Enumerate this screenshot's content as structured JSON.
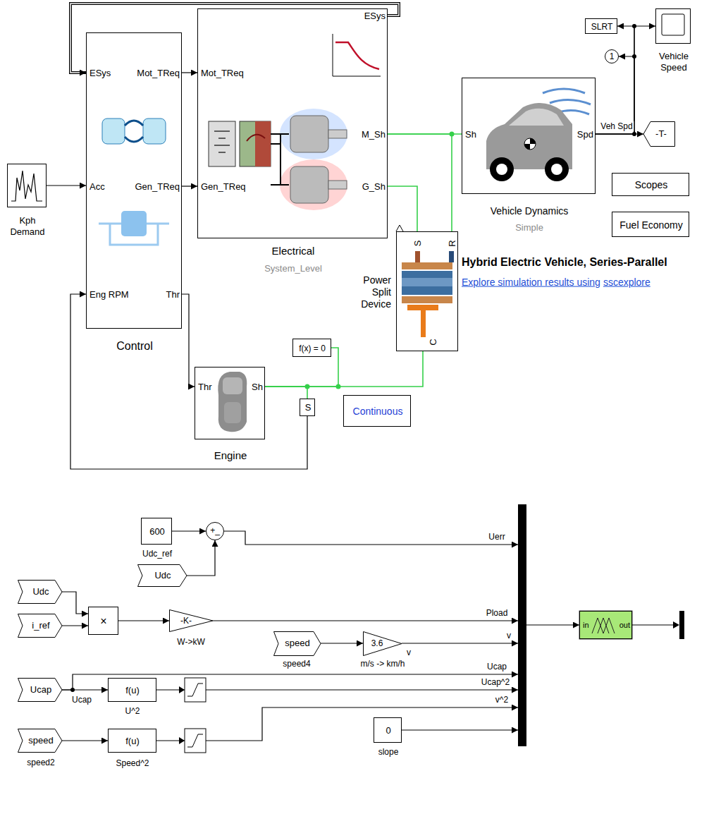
{
  "diagram": {
    "nodes": [
      {
        "text": [
          "ESys",
          "Mot_TReq",
          "Acc",
          "Gen_TReq",
          "Eng RPM",
          "Thr",
          "Control"
        ]
      },
      {
        "text": [
          "Kph Demand"
        ]
      },
      {
        "text": [
          "Mot_TReq",
          "Gen_TReq",
          "ESys",
          "M_Sh",
          "G_Sh",
          "Electrical",
          "System_Level"
        ]
      },
      {
        "text": [
          "Thr",
          "Sh",
          "Engine"
        ]
      },
      {
        "text": [
          "f(x) = 0"
        ]
      },
      {
        "text": [
          "S"
        ]
      },
      {
        "text": [
          "Continuous"
        ]
      },
      {
        "text": [
          "S",
          "R",
          "C",
          "Power Split Device"
        ]
      },
      {
        "text": [
          "Sh",
          "Spd",
          "Vehicle Dynamics",
          "Simple"
        ]
      },
      {
        "text": [
          "SLRT"
        ]
      },
      {
        "text": [
          "1"
        ]
      },
      {
        "text": [
          "Vehicle Speed"
        ]
      },
      {
        "text": [
          "-T-"
        ]
      },
      {
        "text": [
          "Scopes"
        ]
      },
      {
        "text": [
          "Fuel Economy"
        ]
      },
      {
        "text": [
          "600",
          "Udc_ref"
        ]
      },
      {
        "text": [
          "+_"
        ]
      },
      {
        "text": [
          "Udc"
        ]
      },
      {
        "text": [
          "Udc"
        ]
      },
      {
        "text": [
          "i_ref"
        ]
      },
      {
        "text": [
          "×"
        ]
      },
      {
        "text": [
          "-K-",
          "W->kW"
        ]
      },
      {
        "text": [
          "speed",
          "speed4"
        ]
      },
      {
        "text": [
          "3.6",
          "m/s -> km/h"
        ]
      },
      {
        "text": [
          "Ucap"
        ]
      },
      {
        "text": [
          "f(u)",
          "U^2"
        ]
      },
      {
        "text": [
          "speed",
          "speed2"
        ]
      },
      {
        "text": [
          "f(u)",
          "Speed^2"
        ]
      },
      {
        "text": [
          "0",
          "slope"
        ]
      },
      {
        "text": []
      },
      {
        "text": [
          "in",
          "out"
        ]
      }
    ],
    "edges": [
      {
        "from": 1,
        "to": 0,
        "arrow": "to"
      },
      {
        "from": 0,
        "to": 2,
        "arrow": "to"
      },
      {
        "from": 0,
        "to": 2,
        "arrow": "to"
      },
      {
        "from": 2,
        "to": 0,
        "arrow": "to"
      },
      {
        "from": 0,
        "to": 3,
        "arrow": "to"
      },
      {
        "from": 3,
        "to": 4,
        "arrow": "none"
      },
      {
        "from": 3,
        "to": 5,
        "arrow": "none"
      },
      {
        "from": 3,
        "to": 7,
        "arrow": "none"
      },
      {
        "from": 5,
        "to": 0,
        "arrow": "to"
      },
      {
        "from": 2,
        "to": 8,
        "arrow": "none"
      },
      {
        "from": 2,
        "to": 7,
        "arrow": "none"
      },
      {
        "from": 2,
        "to": 7,
        "arrow": "none"
      },
      {
        "from": 8,
        "to": 9,
        "arrow": "to"
      },
      {
        "from": 8,
        "to": 10,
        "arrow": "to"
      },
      {
        "from": 8,
        "to": 11,
        "arrow": "to"
      },
      {
        "from": 8,
        "to": 12,
        "arrow": "to",
        "label": "Veh Spd"
      },
      {
        "from": 15,
        "to": 16,
        "arrow": "to"
      },
      {
        "from": 17,
        "to": 16,
        "arrow": "to"
      },
      {
        "from": 16,
        "to": 29,
        "arrow": "to",
        "label": "Uerr"
      },
      {
        "from": 18,
        "to": 20,
        "arrow": "to"
      },
      {
        "from": 19,
        "to": 20,
        "arrow": "to"
      },
      {
        "from": 20,
        "to": 21,
        "arrow": "to"
      },
      {
        "from": 21,
        "to": 29,
        "arrow": "to",
        "label": "Pload"
      },
      {
        "from": 22,
        "to": 23,
        "arrow": "to"
      },
      {
        "from": 23,
        "to": 29,
        "arrow": "to",
        "label": "v"
      },
      {
        "from": 24,
        "to": 29,
        "arrow": "to",
        "label": "Ucap"
      },
      {
        "from": 24,
        "to": 25,
        "arrow": "to"
      },
      {
        "from": 25,
        "to": 29,
        "arrow": "to",
        "label": "Ucap^2"
      },
      {
        "from": 26,
        "to": 27,
        "arrow": "to"
      },
      {
        "from": 27,
        "to": 29,
        "arrow": "to",
        "label": "v^2"
      },
      {
        "from": 28,
        "to": 29,
        "arrow": "to"
      },
      {
        "from": 29,
        "to": 30,
        "arrow": "to"
      }
    ],
    "labels": [
      "Hybrid Electric Vehicle, Series-Parallel",
      "Explore simulation results using",
      "sscexplore",
      "v",
      "Ucap"
    ]
  }
}
